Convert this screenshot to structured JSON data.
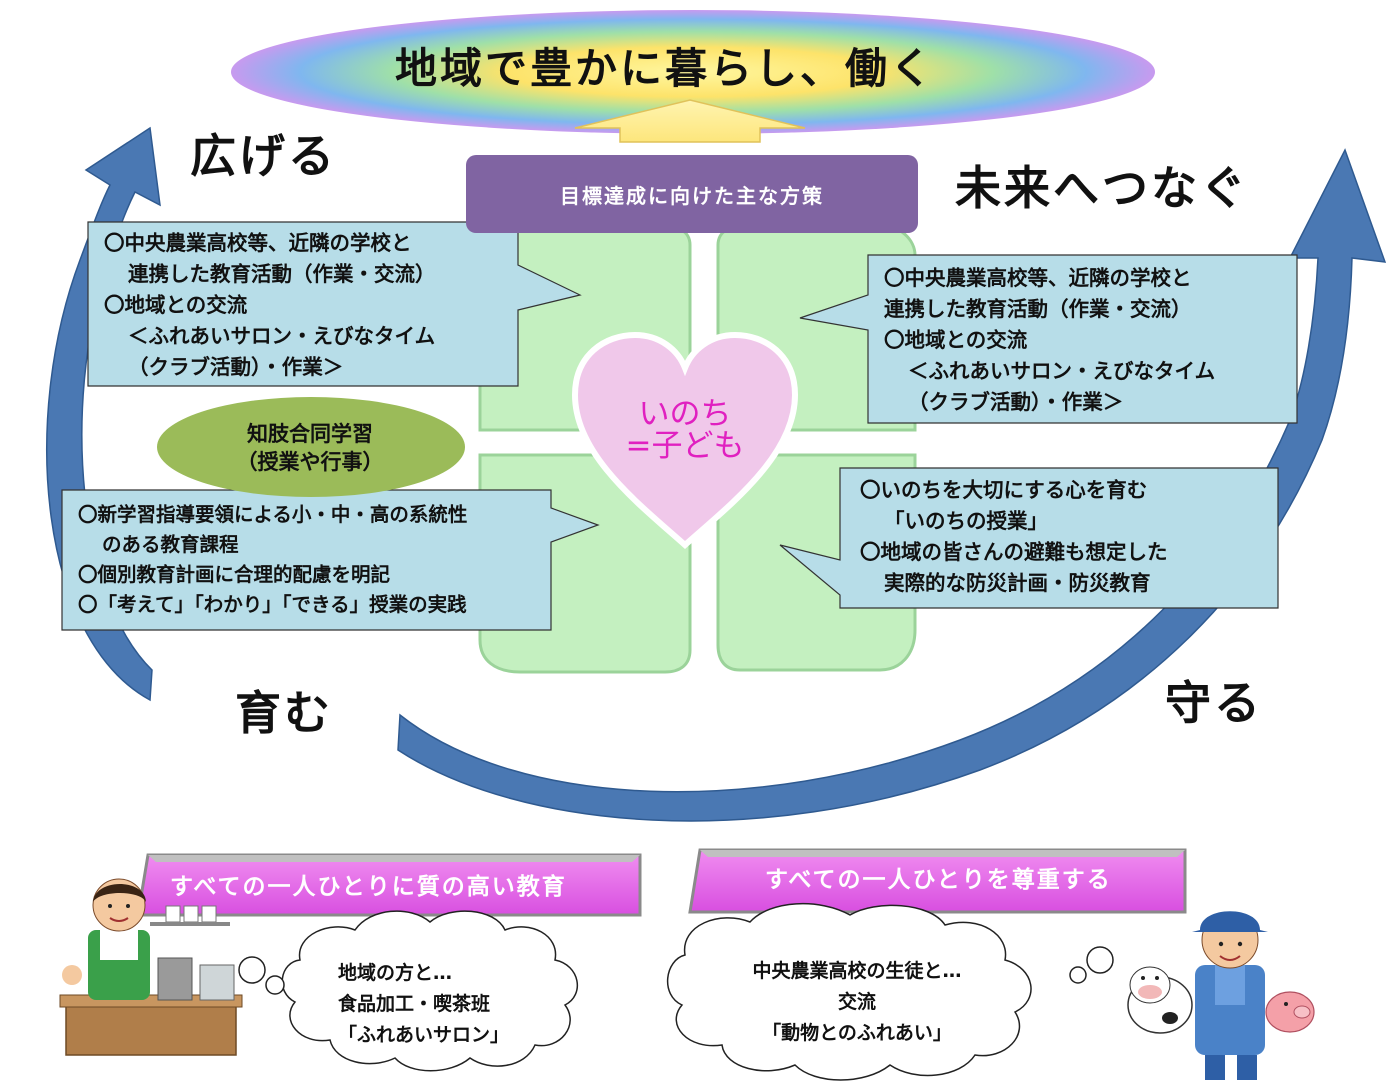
{
  "title": "地域で豊かに暮らし、働く",
  "corners": {
    "top_left": "広げる",
    "top_right": "未来へつなぐ",
    "bottom_left": "育む",
    "bottom_right": "守る"
  },
  "center_box": "目標達成に向けた主な方策",
  "heart": {
    "line1": "いのち",
    "line2": "=子ども"
  },
  "olive_ellipse": {
    "line1": "知肢合同学習",
    "line2": "（授業や行事）"
  },
  "callouts": {
    "top_left": [
      "〇中央農業高校等、近隣の学校と",
      "連携した教育活動（作業・交流）",
      "〇地域との交流",
      "＜ふれあいサロン・えびなタイム",
      "（クラブ活動）・作業＞"
    ],
    "top_right": [
      "〇中央農業高校等、近隣の学校と",
      "連携した教育活動（作業・交流）",
      "〇地域との交流",
      "＜ふれあいサロン・えびなタイム",
      "（クラブ活動）・作業＞"
    ],
    "bottom_left": [
      "〇新学習指導要領による小・中・高の系統性",
      "のある教育課程",
      "〇個別教育計画に合理的配慮を明記",
      "〇「考えて」「わかり」「できる」授業の実践"
    ],
    "bottom_right": [
      "〇いのちを大切にする心を育む",
      "「いのちの授業」",
      "〇地域の皆さんの避難も想定した",
      "実際的な防災計画・防災教育"
    ]
  },
  "banners": {
    "left": "すべての一人ひとりに質の高い教育",
    "right": "すべての一人ひとりを尊重する"
  },
  "clouds": {
    "left": [
      "地域の方と…",
      "食品加工・喫茶班",
      "「ふれあいサロン」"
    ],
    "right": [
      "中央農業高校の生徒と…",
      "交流",
      "「動物とのふれあい」"
    ]
  },
  "colors": {
    "arrow_blue": "#4a78b3",
    "purple_box": "#8064a2",
    "callout_fill": "#b7dde8",
    "clover_green": "#c4f0c0",
    "heart_fill": "#f0c8ea",
    "heart_text": "#e020c0",
    "olive": "#9bbb59",
    "banner_magenta": "#e466e8",
    "title_ellipse": "rainbow gradient"
  },
  "icons": {
    "left_illustration": "cafe-worker-icon",
    "right_illustration": "farmer-with-animals-icon"
  }
}
